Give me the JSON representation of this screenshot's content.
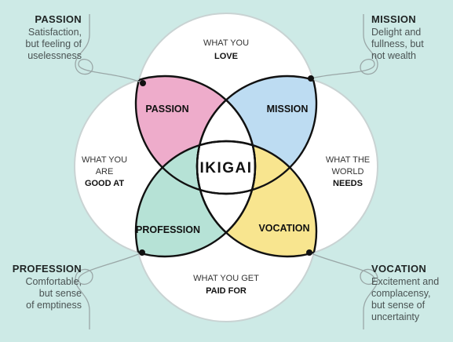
{
  "colors": {
    "background": "#cdeae6",
    "circle_fill": "#ffffff",
    "circle_stroke": "#c9d3d3",
    "passion": "#eeaccb",
    "mission": "#bddcf2",
    "profession": "#b6e2d6",
    "vocation": "#f8e58f",
    "ink": "#111111",
    "connector": "#9aa7a7"
  },
  "circles": {
    "love": {
      "line1": "WHAT YOU",
      "line2": "LOVE"
    },
    "good_at": {
      "line1": "WHAT YOU",
      "line2": "ARE",
      "line3": "GOOD AT"
    },
    "needs": {
      "line1": "WHAT THE",
      "line2": "WORLD",
      "line3": "NEEDS"
    },
    "paid": {
      "line1": "WHAT YOU GET",
      "line2": "PAID FOR"
    }
  },
  "regions": {
    "passion": "PASSION",
    "mission": "MISSION",
    "profession": "PROFESSION",
    "vocation": "VOCATION",
    "center": "IKIGAI"
  },
  "corners": {
    "passion": {
      "title": "PASSION",
      "line1": "Satisfaction,",
      "line2": "but feeling of",
      "line3": "uselessness"
    },
    "mission": {
      "title": "MISSION",
      "line1": "Delight and",
      "line2": "fullness, but",
      "line3": "not wealth"
    },
    "profession": {
      "title": "PROFESSION",
      "line1": "Comfortable,",
      "line2": "but sense",
      "line3": "of emptiness"
    },
    "vocation": {
      "title": "VOCATION",
      "line1": "Excitement and",
      "line2": "complacensy,",
      "line3": "but sense of",
      "line4": "uncertainty"
    }
  }
}
